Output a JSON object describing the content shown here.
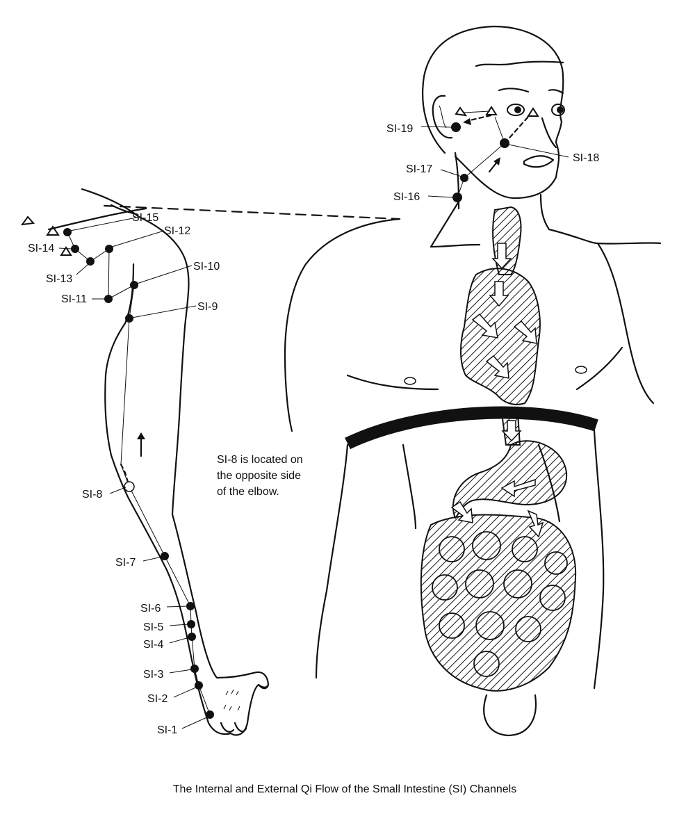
{
  "points": [
    {
      "id": "SI-1",
      "label": "SI-1"
    },
    {
      "id": "SI-2",
      "label": "SI-2"
    },
    {
      "id": "SI-3",
      "label": "SI-3"
    },
    {
      "id": "SI-4",
      "label": "SI-4"
    },
    {
      "id": "SI-5",
      "label": "SI-5"
    },
    {
      "id": "SI-6",
      "label": "SI-6"
    },
    {
      "id": "SI-7",
      "label": "SI-7"
    },
    {
      "id": "SI-8",
      "label": "SI-8"
    },
    {
      "id": "SI-9",
      "label": "SI-9"
    },
    {
      "id": "SI-10",
      "label": "SI-10"
    },
    {
      "id": "SI-11",
      "label": "SI-11"
    },
    {
      "id": "SI-12",
      "label": "SI-12"
    },
    {
      "id": "SI-13",
      "label": "SI-13"
    },
    {
      "id": "SI-14",
      "label": "SI-14"
    },
    {
      "id": "SI-15",
      "label": "SI-15"
    },
    {
      "id": "SI-16",
      "label": "SI-16"
    },
    {
      "id": "SI-17",
      "label": "SI-17"
    },
    {
      "id": "SI-18",
      "label": "SI-18"
    },
    {
      "id": "SI-19",
      "label": "SI-19"
    }
  ],
  "note": {
    "line1": "SI-8 is located on",
    "line2": "the opposite side",
    "line3": "of the elbow."
  },
  "caption": "The Internal and External Qi Flow of the Small Intestine (SI) Channels"
}
